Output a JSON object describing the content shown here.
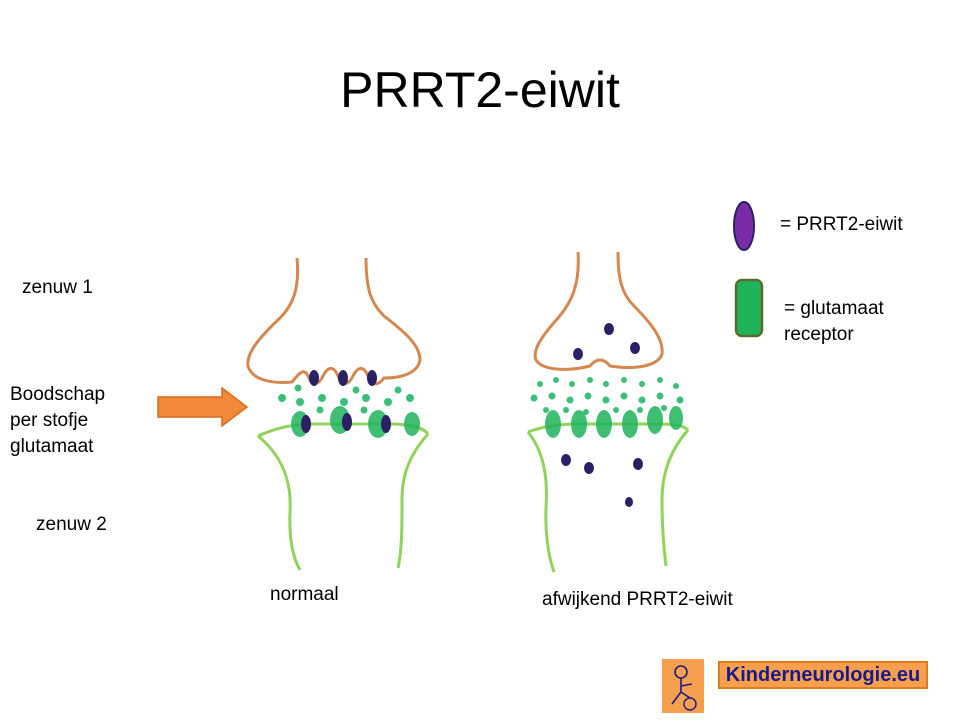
{
  "title": "PRRT2-eiwit",
  "labels": {
    "zenuw1": "zenuw 1",
    "message": "Boodschap per stofje glutamaat",
    "zenuw2": "zenuw 2",
    "normal": "normaal",
    "abnormal": "afwijkend PRRT2-eiwit"
  },
  "legend": {
    "prrt2": "= PRRT2-eiwit",
    "receptor": "= glutamaat receptor"
  },
  "logo": {
    "text": "Kinderneurologie.eu"
  },
  "colors": {
    "nerve1": "#d4884f",
    "nerve2": "#8fd45a",
    "prrt2": "#7a2ba8",
    "protein_dark": "#2a2066",
    "receptor": "#1fb35a",
    "receptor_border": "#5a6b2a",
    "glutamate": "#3dbf7a",
    "arrow": "#f28a3a",
    "arrow_border": "#d86a1e",
    "logo_bg": "#f6a04d",
    "logo_text": "#1a1a8c"
  }
}
